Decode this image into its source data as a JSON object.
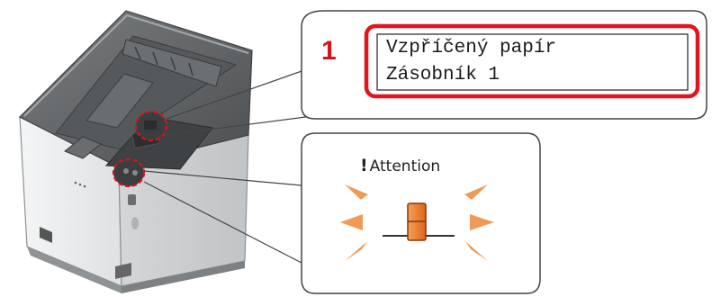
{
  "callout": {
    "number": "1"
  },
  "display": {
    "line1": "Vzpříčený papír",
    "line2": "Zásobník 1"
  },
  "indicator": {
    "symbol": "!",
    "label": "Attention",
    "state": "blinking"
  },
  "colors": {
    "highlight": "#e3141b",
    "indicator": "#ee7a22",
    "ray": "#f0904a",
    "printer_body": "#e9eaeb",
    "printer_top": "#5f6264"
  },
  "icons": [
    "printer-illustration",
    "zoom-circle",
    "attention-led-icon",
    "blink-ray"
  ]
}
